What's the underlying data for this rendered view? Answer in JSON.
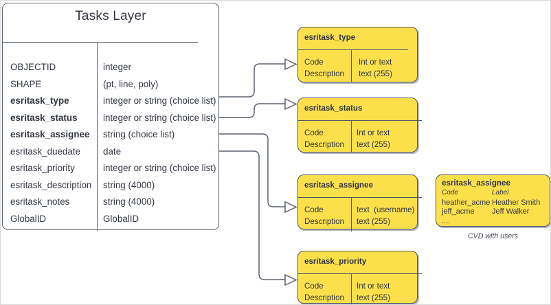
{
  "diagram": {
    "main_entity": {
      "title": "Tasks Layer",
      "fields": [
        {
          "name": "OBJECTID",
          "type": "integer",
          "bold": false
        },
        {
          "name": "SHAPE",
          "type": "(pt, line, poly)",
          "bold": false
        },
        {
          "name": "esritask_type",
          "type": "integer or string (choice list)",
          "bold": true
        },
        {
          "name": "esritask_status",
          "type": "integer or string (choice list)",
          "bold": true
        },
        {
          "name": "esritask_assignee",
          "type": "string (choice list)",
          "bold": true
        },
        {
          "name": "esritask_duedate",
          "type": "date",
          "bold": false
        },
        {
          "name": "esritask_priority",
          "type": "integer or string (choice list)",
          "bold": false
        },
        {
          "name": "esritask_description",
          "type": "string (4000)",
          "bold": false
        },
        {
          "name": "esritask_notes",
          "type": "string (4000)",
          "bold": false
        },
        {
          "name": "GlobalID",
          "type": "GlobalID",
          "bold": false
        }
      ]
    },
    "domains": [
      {
        "title": "esritask_type",
        "left_lines": "Code\nDescription",
        "right_lines": "Int or text\ntext (255)"
      },
      {
        "title": "esritask_status",
        "left_lines": "Code\nDescription",
        "right_lines": "Int or text\ntext (255)"
      },
      {
        "title": "esritask_assignee",
        "left_lines": "Code\nDescription",
        "right_lines": "text  (username)\ntext (255)"
      },
      {
        "title": "esritask_priority",
        "left_lines": "Code\nDescription",
        "right_lines": "Int or text\ntext (255)"
      }
    ],
    "cvd": {
      "title": "esritask_assignee",
      "header_code": "Code",
      "header_label": "Label",
      "rows": [
        {
          "code": "heather_acme",
          "label": "Heather Smith"
        },
        {
          "code": "jeff_acme",
          "label": "Jeff Walker"
        },
        {
          "code": "....",
          "label": ""
        }
      ],
      "caption": "CVD with users"
    },
    "colors": {
      "domain_fill": "#FBE04C",
      "stroke": "#5C6470",
      "text": "#333844",
      "page": "#FFFFFF"
    }
  }
}
